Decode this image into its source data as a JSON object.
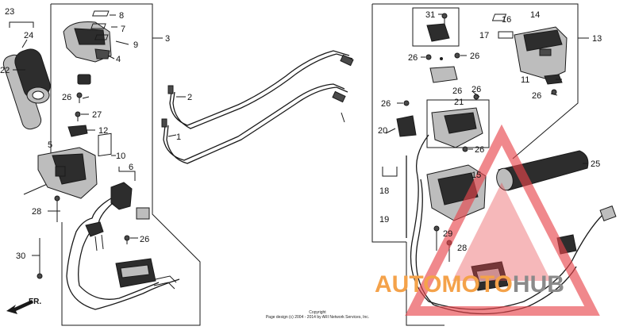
{
  "diagram": {
    "callouts": {
      "c1": "1",
      "c2": "2",
      "c3": "3",
      "c4": "4",
      "c5": "5",
      "c6": "6",
      "c7": "7",
      "c8": "8",
      "c9": "9",
      "c10": "10",
      "c11": "11",
      "c12": "12",
      "c13": "13",
      "c14": "14",
      "c15": "15",
      "c16": "16",
      "c17": "17",
      "c18": "18",
      "c19": "19",
      "c20": "20",
      "c21": "21",
      "c22": "22",
      "c23": "23",
      "c24": "24",
      "c25": "25",
      "c26": "26",
      "c27": "27",
      "c28": "28",
      "c29": "29",
      "c30": "30",
      "c31": "31"
    },
    "direction_label": "FR.",
    "copyright_line1": "Copyright",
    "copyright_line2": "Page design (c) 2004 - 2014 by ARI Network Services, Inc."
  },
  "watermark": {
    "part1": "AUTOMOTO",
    "part2": "HUB",
    "colors": {
      "accent": "#f4a24a",
      "dark": "#8a8a8a",
      "triangle": "#e8464b"
    }
  }
}
